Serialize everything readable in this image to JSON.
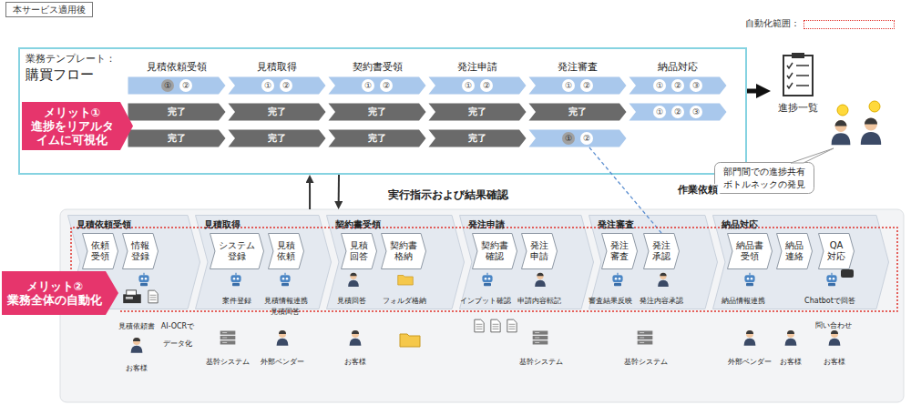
{
  "diagram": {
    "nodes": [
      {
        "text": [
          "本サービス適用後"
        ]
      },
      {
        "text": [
          "業務テンプレート：",
          "購買フロー"
        ]
      },
      {
        "text": [
          "①",
          "②"
        ],
        "in": 1
      },
      {
        "text": [
          "①",
          "②"
        ],
        "in": 1
      },
      {
        "text": [
          "①",
          "②"
        ],
        "in": 1
      },
      {
        "text": [
          "①",
          "②"
        ],
        "in": 1
      },
      {
        "text": [
          "①",
          "②"
        ],
        "in": 1
      },
      {
        "text": [
          "①",
          "②",
          "③"
        ],
        "in": 1
      },
      {
        "text": [
          "完了"
        ],
        "in": 1
      },
      {
        "text": [
          "完了"
        ],
        "in": 1
      },
      {
        "text": [
          "完了"
        ],
        "in": 1
      },
      {
        "text": [
          "完了"
        ],
        "in": 1
      },
      {
        "text": [
          "完了"
        ],
        "in": 1
      },
      {
        "text": [
          "①",
          "②",
          "③"
        ],
        "in": 1
      },
      {
        "text": [
          "完了"
        ],
        "in": 1
      },
      {
        "text": [
          "完了"
        ],
        "in": 1
      },
      {
        "text": [
          "完了"
        ],
        "in": 1
      },
      {
        "text": [
          "完了"
        ],
        "in": 1
      },
      {
        "text": [
          "①",
          "②"
        ],
        "in": 1
      },
      {
        "text": [
          "メリット①",
          "進捗をリアルタイムに可視化"
        ],
        "in": 1
      },
      {
        "text": [
          "進捗一覧"
        ]
      },
      {
        "text": [
          "部門間での進捗共有 ボトルネックの発見"
        ]
      },
      {
        "text": []
      },
      {
        "text": [
          "見積依頼受領"
        ],
        "in": 22
      },
      {
        "text": [
          "依頼受領"
        ],
        "in": 23
      },
      {
        "text": [
          "情報登録"
        ],
        "in": 23
      },
      {
        "text": [
          "見積取得"
        ],
        "in": 22
      },
      {
        "text": [
          "システム登録"
        ],
        "in": 26
      },
      {
        "text": [
          "見積依頼"
        ],
        "in": 26
      },
      {
        "text": [
          "契約書受領"
        ],
        "in": 22
      },
      {
        "text": [
          "見積回答"
        ],
        "in": 29
      },
      {
        "text": [
          "契約書格納"
        ],
        "in": 29
      },
      {
        "text": [
          "発注申請"
        ],
        "in": 22
      },
      {
        "text": [
          "契約書確認"
        ],
        "in": 32
      },
      {
        "text": [
          "発注申請"
        ],
        "in": 32
      },
      {
        "text": [
          "発注審査"
        ],
        "in": 22
      },
      {
        "text": [
          "発注審査"
        ],
        "in": 35
      },
      {
        "text": [
          "発注承認"
        ],
        "in": 35
      },
      {
        "text": [
          "納品対応"
        ],
        "in": 22
      },
      {
        "text": [
          "納品書受領"
        ],
        "in": 38
      },
      {
        "text": [
          "納品連絡"
        ],
        "in": 38
      },
      {
        "text": [
          "QA対応"
        ],
        "in": 38
      },
      {
        "text": [
          "メリット②",
          "業務全体の自動化"
        ]
      }
    ],
    "edges": [
      {
        "from": 1,
        "to": 20,
        "arrow": "to"
      },
      {
        "from": 22,
        "to": 1,
        "arrow": "to"
      },
      {
        "from": 1,
        "to": 22,
        "arrow": "to"
      },
      {
        "from": 18,
        "to": 37,
        "arrow": "none",
        "label": "作業依頼"
      }
    ],
    "labels": [
      "見積依頼受領",
      "見積取得",
      "契約書受領",
      "発注申請",
      "発注審査",
      "納品対応",
      "実行指示および結果確認",
      "見積依頼書",
      "AI-OCRでデータ化",
      "お客様",
      "案件登録",
      "見積情報連携",
      "見積回答",
      "基幹システム",
      "外部ベンダー",
      "見積回答",
      "フォルダ格納",
      "お客様",
      "インプット確認",
      "申請内容転記",
      "基幹システム",
      "審査結果反映",
      "発注内容承認",
      "基幹システム",
      "納品情報連携",
      "Chatbotで回答",
      "問い合わせ",
      "外部ベンダー",
      "お客様",
      "お客様"
    ],
    "legend": [
      {
        "text": "自動化範囲："
      }
    ]
  }
}
